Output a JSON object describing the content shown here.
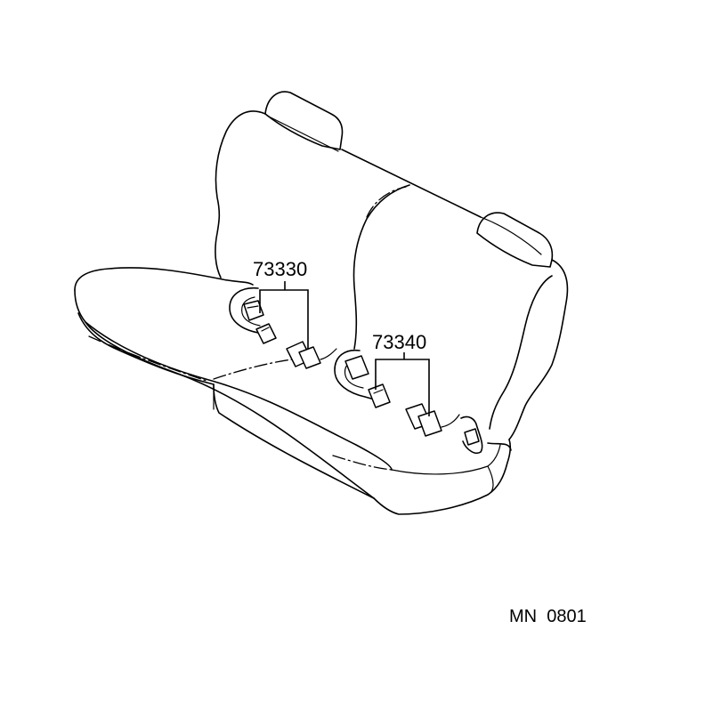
{
  "callouts": {
    "left_belt": "73330",
    "right_belt": "73340"
  },
  "illustration_code": "MN  0801"
}
